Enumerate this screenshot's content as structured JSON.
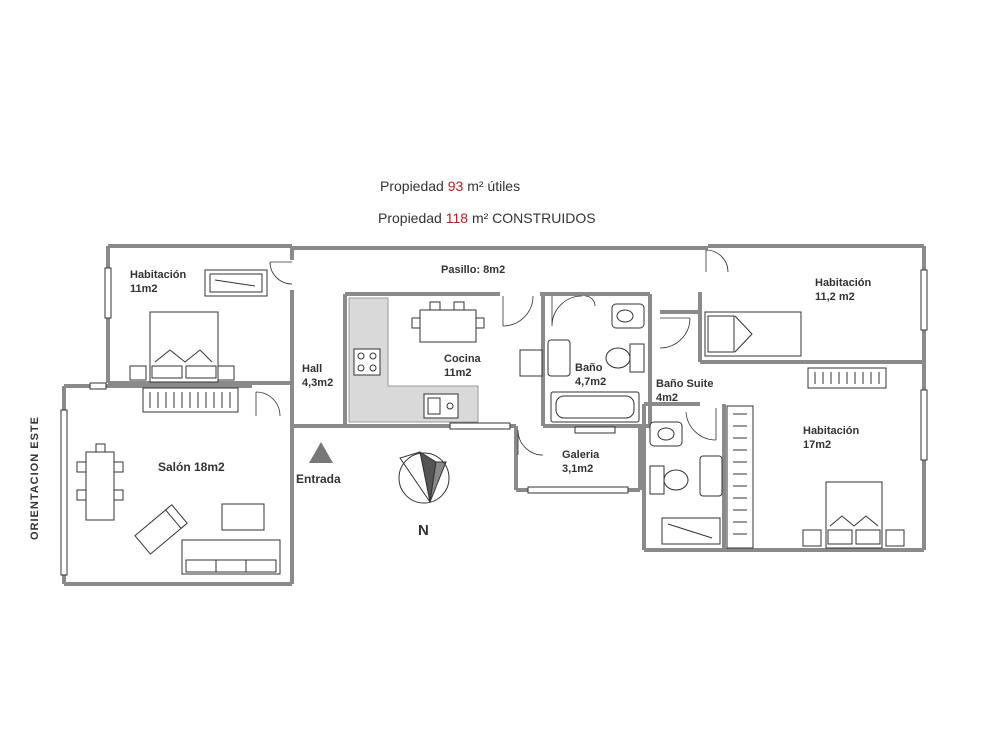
{
  "summary": {
    "line1_prefix": "Propiedad",
    "line1_value": "93",
    "line1_suffix": "m² útiles",
    "line2_prefix": "Propiedad",
    "line2_value": "118",
    "line2_suffix": "m² CONSTRUIDOS",
    "value_color": "#b22222"
  },
  "rooms": {
    "habitacion1_name": "Habitación",
    "habitacion1_area": "11m2",
    "pasillo": "Pasillo:  8m2",
    "habitacion2_name": "Habitación",
    "habitacion2_area": "11,2 m2",
    "hall_name": "Hall",
    "hall_area": "4,3m2",
    "cocina_name": "Cocina",
    "cocina_area": "11m2",
    "bano_name": "Baño",
    "bano_area": "4,7m2",
    "bano_suite_name": "Baño  Suite",
    "bano_suite_area": "4m2",
    "habitacion3_name": "Habitación",
    "habitacion3_area": "17m2",
    "galeria_name": "Galeria",
    "galeria_area": "3,1m2",
    "salon": "Salón 18m2",
    "entrada": "Entrada"
  },
  "orientation": {
    "label": "ORIENTACION  ESTE",
    "north": "N"
  },
  "colors": {
    "wall": "#8a8a8a",
    "kitchen_counter": "#d9d9d9",
    "entrance_marker": "#777777"
  }
}
